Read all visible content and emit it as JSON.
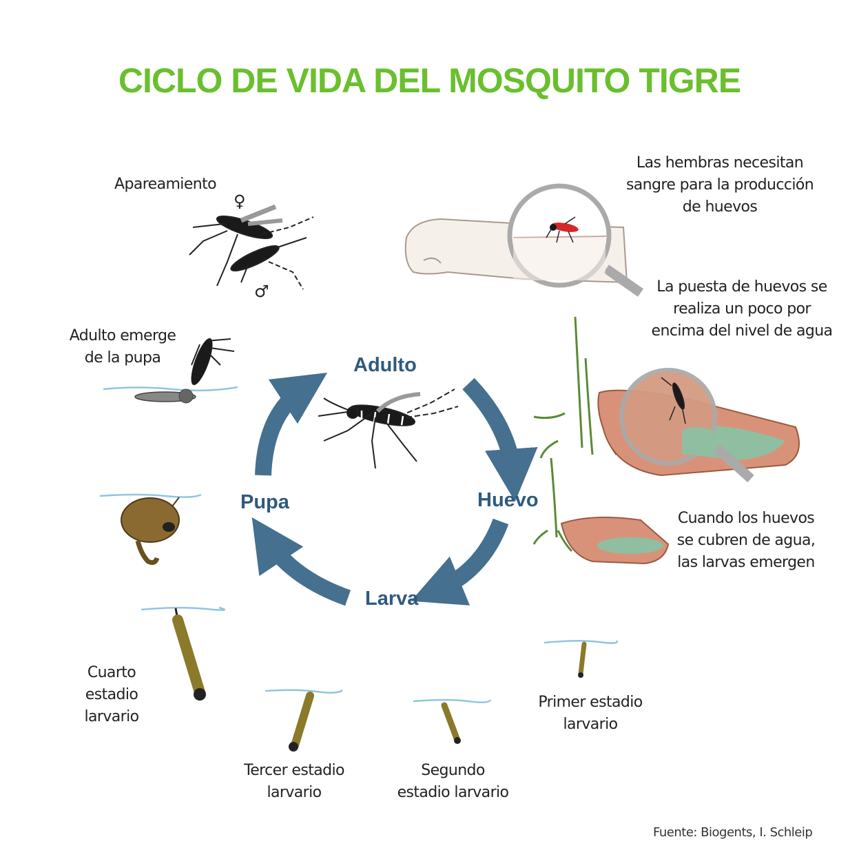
{
  "title": "CICLO DE VIDA DEL MOSQUITO TIGRE",
  "colors": {
    "title": "#6abf2e",
    "cycle_arrow": "#45708f",
    "stage_label": "#2e5a80",
    "water": "#8fc6de",
    "container": "#d9927a",
    "water_in_container": "#8fbfa0",
    "larva": "#8a7a2a",
    "blood": "#d62828"
  },
  "stages": {
    "adult": "Adulto",
    "egg": "Huevo",
    "larva": "Larva",
    "pupa": "Pupa"
  },
  "labels": {
    "mating": "Apareamiento",
    "female_symbol": "♀",
    "male_symbol": "♂",
    "blood": [
      "Las hembras necesitan",
      "sangre para la producción",
      "de huevos"
    ],
    "laying": [
      "La puesta de huevos se",
      "realiza un poco por",
      "encima del nivel de agua"
    ],
    "hatch": [
      "Cuando los huevos",
      "se cubren de agua,",
      "las larvas emergen"
    ],
    "adult_emerges": [
      "Adulto emerge",
      "de la pupa"
    ],
    "fourth": [
      "Cuarto",
      "estadio",
      "larvario"
    ],
    "third": [
      "Tercer estadio",
      "larvario"
    ],
    "second": [
      "Segundo",
      "estadio larvario"
    ],
    "first": [
      "Primer estadio",
      "larvario"
    ]
  },
  "source": "Fuente: Biogents, I. Schleip"
}
